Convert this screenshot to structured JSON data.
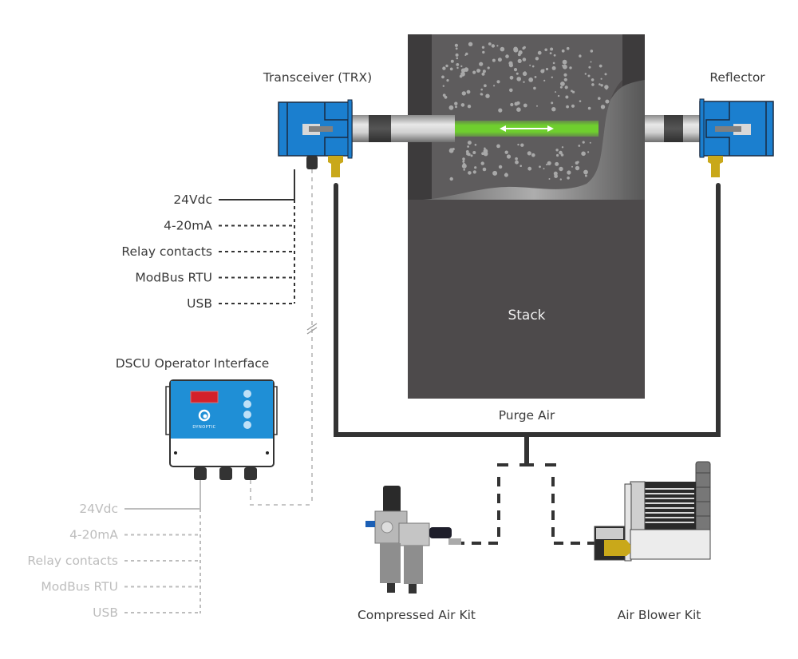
{
  "labels": {
    "transceiver": "Transceiver (TRX)",
    "reflector": "Reflector",
    "stack": "Stack",
    "purge_air": "Purge Air",
    "dscu": "DSCU Operator Interface",
    "compressed_air_kit": "Compressed Air Kit",
    "air_blower_kit": "Air Blower Kit",
    "dscu_logo": "DYNOPTIC"
  },
  "trx_outputs": [
    {
      "label": "24Vdc",
      "line": "solid"
    },
    {
      "label": "4-20mA",
      "line": "dashed"
    },
    {
      "label": "Relay contacts",
      "line": "dashed"
    },
    {
      "label": "ModBus RTU",
      "line": "dashed"
    },
    {
      "label": "USB",
      "line": "dashed"
    }
  ],
  "dscu_outputs": [
    {
      "label": "24Vdc",
      "line": "solid"
    },
    {
      "label": "4-20mA",
      "line": "dashed"
    },
    {
      "label": "Relay contacts",
      "line": "dashed"
    },
    {
      "label": "ModBus RTU",
      "line": "dashed"
    },
    {
      "label": "USB",
      "line": "dashed"
    }
  ],
  "colors": {
    "device_blue": "#1b7fcf",
    "stack_dark": "#4d4a4b",
    "beam_green": "#6fcf2e",
    "connector_yellow": "#c9a81a",
    "display_red": "#d4202a",
    "line_dark": "#333333",
    "line_grey": "#bdbdbd"
  }
}
